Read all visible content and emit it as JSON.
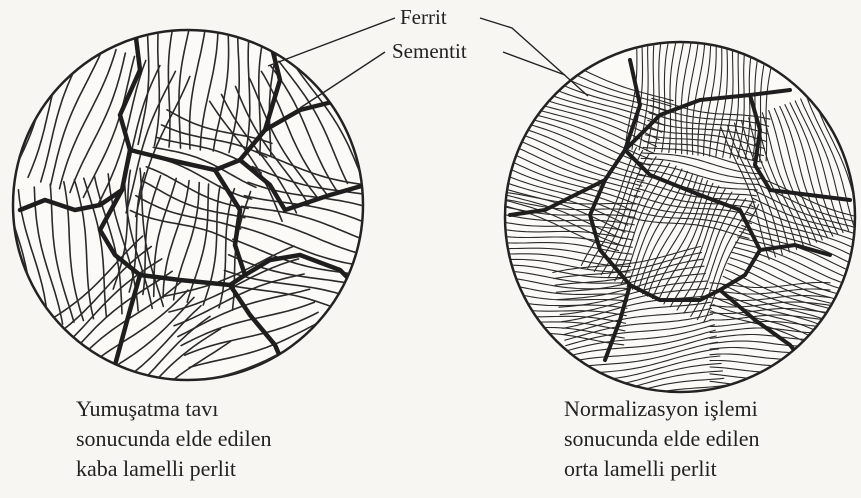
{
  "labels": {
    "ferrit": "Ferrit",
    "sementit": "Sementit"
  },
  "captions": {
    "left": [
      "Yumuşatma tavı",
      "sonucunda elde edilen",
      "kaba lamelli perlit"
    ],
    "right": [
      "Normalizasyon işlemi",
      "sonucunda elde edilen",
      "orta lamelli perlit"
    ]
  },
  "colors": {
    "ink": "#222222",
    "paper": "#f7f6f3"
  }
}
